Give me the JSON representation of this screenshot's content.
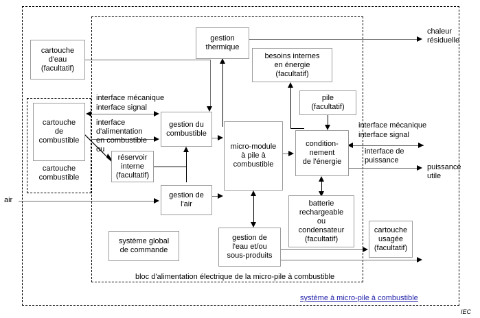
{
  "diagram": {
    "title_label": "système à micro-pile à combustible",
    "inner_block_label": "bloc d'alimentation électrique de la micro-pile à combustible",
    "source_mark": "IEC",
    "accent_color": "#2222aa",
    "line_color": "#6f6f6f",
    "box_border_color": "#9a9a9a"
  },
  "boxes": {
    "water_cartridge": "cartouche\nd'eau\n(facultatif)",
    "fuel_cartridge": "cartouche\nde\ncombustible",
    "fuel_cartridge_group": "cartouche\ncombustible",
    "internal_reservoir": "réservoir\ninterne\n(facultatif)",
    "thermal_management": "gestion\nthermique",
    "internal_energy_needs": "besoins internes\nen énergie\n(facultatif)",
    "fuel_management": "gestion du\ncombustible",
    "air_management": "gestion de\nl'air",
    "fuel_cell_micro_module": "micro-module\nà pile à\ncombustible",
    "battery_cell": "pile\n(facultatif)",
    "energy_conditioning": "condition-\nnement\nde l'énergie",
    "rechargeable_battery": "batterie\nrechargeable\nou\ncondensateur\n(facultatif)",
    "water_byproduct_management": "gestion de\nl'eau et/ou\nsous-produits",
    "global_control_system": "système global\nde commande",
    "used_cartridge": "cartouche\nusagée\n(facultatif)"
  },
  "labels": {
    "air_input": "air",
    "mechanical_interface_left": "interface mécanique",
    "signal_interface_left": "interface signal",
    "fuel_supply_interface": "interface\nd'alimentation\nen combustible",
    "or_connector": "ou",
    "waste_heat_output": "chaleur\nrésiduelle",
    "mechanical_interface_right": "interface mécanique",
    "signal_interface_right": "interface signal",
    "power_interface": "interface de\npuissance",
    "useful_power_output": "puissance\nutile"
  }
}
